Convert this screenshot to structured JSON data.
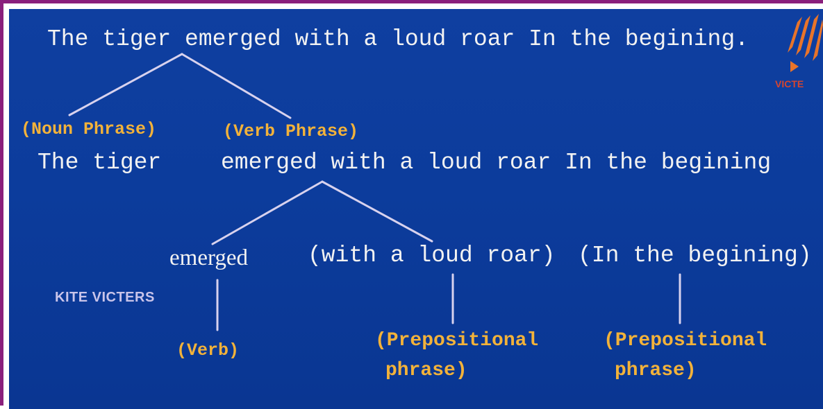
{
  "sentence": "The tiger emerged with a loud roar In the begining.",
  "level1": {
    "noun_label": "(Noun Phrase)",
    "noun_text": "The tiger",
    "verb_label": "(Verb Phrase)",
    "verb_text": "emerged with a loud roar In the begining"
  },
  "level2": {
    "verb_word": "emerged",
    "pp1_text": "(with a loud roar)",
    "pp2_text": "(In the begining)"
  },
  "level3": {
    "verb_label": "(Verb)",
    "pp1_label_line1": "(Prepositional",
    "pp1_label_line2": "phrase)",
    "pp2_label_line1": "(Prepositional",
    "pp2_label_line2": "phrase)"
  },
  "watermark": "KITE VICTERS",
  "logo_text": "VICTE",
  "colors": {
    "background": "#0c3c9c",
    "frame": "#8a1f7c",
    "text": "#f2f2f2",
    "label": "#f2b23a",
    "line": "#d8d2ee",
    "logo": "#e8742a"
  }
}
